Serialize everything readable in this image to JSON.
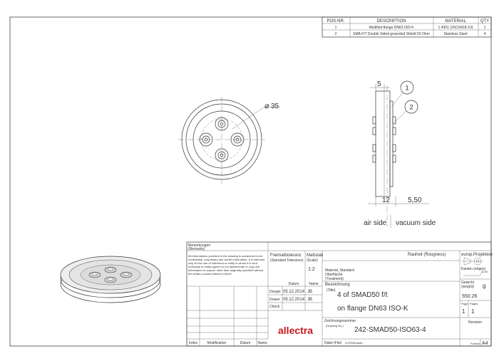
{
  "bom": {
    "headers": [
      "POS-NR.",
      "DESCRIPTION",
      "MATERIAL",
      "QTY"
    ],
    "rows": [
      [
        "1",
        "Modified flange DN63 ISO-K",
        "1.4301 (X5CrNi18-10)",
        "1"
      ],
      [
        "2",
        "SMA F/T Double Sided grounded Shield 50 Ohm",
        "Stainless Steel",
        "4"
      ]
    ]
  },
  "dimensions": {
    "diameter": "35",
    "top": "5",
    "left_bottom": "12",
    "right_bottom": "5,50"
  },
  "balloons": [
    "1",
    "2"
  ],
  "side_labels": {
    "air": "air side",
    "vacuum": "vacuum side"
  },
  "title_block": {
    "remarks_label": "Bemerkungen",
    "remarks_label_en": "(Remarks)",
    "disclaimer": [
      "All informations provided in the drawing is considered to be",
      "confidential, proprietary and secret information. It is intended",
      "only for the use of individual or entity to whom it is sent.",
      "Individual or entity agrees to not disseminate or copy the",
      "information to anyone other than originally specified without",
      "the written consent Allectra GmbH."
    ],
    "tolerance_label": "Freimaßtoleranz",
    "tolerance_label_en": "(Standard Tolerance)",
    "scale_label": "Maßstab",
    "scale_label_en": "(Scale)",
    "scale_value": "1:2",
    "roughness_label": "Rauheit (Rougness)",
    "projection_label": "europ.Projektion",
    "edges_label": "Kanten (edges)",
    "edges_value": "0,25",
    "material_label": "Material, Standard",
    "surface_label": "Oberfläche",
    "treatment_label": "(Treatment)",
    "weight_label": "Gewicht",
    "weight_label_en": "(weight)",
    "weight_unit": "g",
    "weight_value": "550.26",
    "page_label": "Page",
    "pages_label": "Pages",
    "page_value": "1",
    "pages_value": "1",
    "designation_label": "Bezeichnung",
    "title_label": "(Title)",
    "title_line1": "4 of SMAD50 f/t",
    "title_line2": "on flange DN63 ISO-K",
    "date_header": "Datum",
    "name_header": "Name",
    "design_label": "Design",
    "design_date": "05.12.2014",
    "design_name": "JB",
    "drawn_label": "Drawn",
    "drawn_date": "05.12.2014",
    "drawn_name": "JB",
    "check_label": "Check",
    "drawing_no_label": "Zeichnungsnummer",
    "drawing_no_label_en": "(Drawing No.)",
    "drawing_no": "242-SMAD50-ISO63-4",
    "revision_label": "Revision",
    "file_label": "Datei (File)",
    "file_path": "G:\\PDMVault\\...",
    "format_label": "Format",
    "format_value": "A4",
    "logo_text": "allectra",
    "rev_headers": [
      "Index",
      "Modification",
      "Datum",
      "Name"
    ]
  }
}
